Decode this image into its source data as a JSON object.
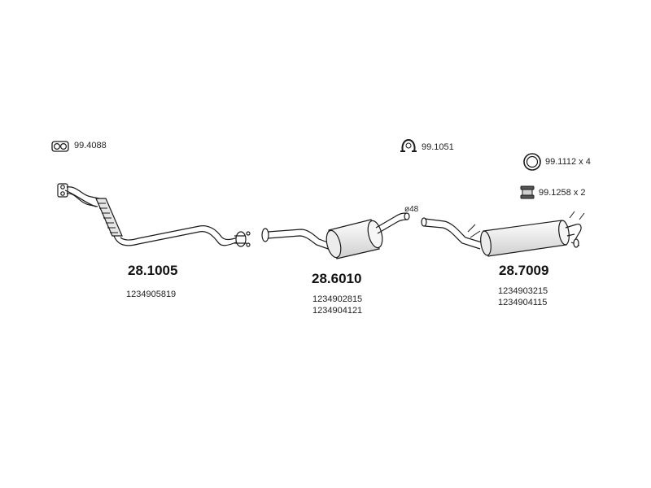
{
  "accessories": [
    {
      "icon": "gasket-icon",
      "code": "99.4088"
    },
    {
      "icon": "clamp-icon",
      "code": "99.1051"
    },
    {
      "icon": "ring-icon",
      "code": "99.1112 x 4"
    },
    {
      "icon": "rubber-mount-icon",
      "code": "99.1258 x 2"
    }
  ],
  "parts": [
    {
      "number": "28.1005",
      "oe_refs": [
        "1234905819"
      ]
    },
    {
      "number": "28.6010",
      "oe_refs": [
        "1234902815",
        "1234904121"
      ]
    },
    {
      "number": "28.7009",
      "oe_refs": [
        "1234903215",
        "1234904115"
      ]
    }
  ],
  "diameter_label": "ø48",
  "colors": {
    "stroke": "#1a1a1a",
    "fill": "#ffffff",
    "shade": "#cccccc"
  }
}
